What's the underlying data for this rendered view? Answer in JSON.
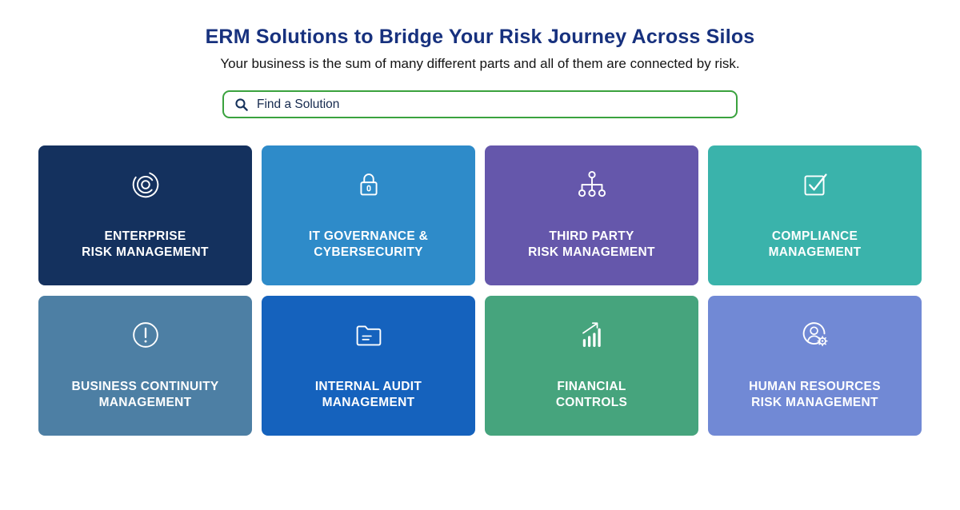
{
  "header": {
    "title": "ERM Solutions to Bridge Your Risk Journey Across Silos",
    "subtitle": "Your business is the sum of many different parts and all of them are connected by risk.",
    "title_color": "#17317e"
  },
  "search": {
    "placeholder": "Find a Solution",
    "icon": "search-icon",
    "border_color": "#3aa23e",
    "icon_color": "#16325c"
  },
  "cards": [
    {
      "line1": "ENTERPRISE",
      "line2": "RISK MANAGEMENT",
      "color": "#14315e",
      "icon": "target-rings-icon"
    },
    {
      "line1": "IT GOVERNANCE &",
      "line2": "CYBERSECURITY",
      "color": "#2e8bc9",
      "icon": "padlock-icon"
    },
    {
      "line1": "THIRD PARTY",
      "line2": "RISK MANAGEMENT",
      "color": "#6557ab",
      "icon": "sitemap-icon"
    },
    {
      "line1": "COMPLIANCE",
      "line2": "MANAGEMENT",
      "color": "#3ab3ab",
      "icon": "checkbox-check-icon"
    },
    {
      "line1": "BUSINESS CONTINUITY",
      "line2": "MANAGEMENT",
      "color": "#4d7fa4",
      "icon": "exclamation-circle-icon"
    },
    {
      "line1": "INTERNAL AUDIT",
      "line2": "MANAGEMENT",
      "color": "#1562bd",
      "icon": "audit-folder-icon"
    },
    {
      "line1": "FINANCIAL",
      "line2": "CONTROLS",
      "color": "#46a47d",
      "icon": "bar-chart-growth-icon"
    },
    {
      "line1": "HUMAN RESOURCES",
      "line2": "RISK MANAGEMENT",
      "color": "#7189d5",
      "icon": "person-gear-icon"
    }
  ]
}
